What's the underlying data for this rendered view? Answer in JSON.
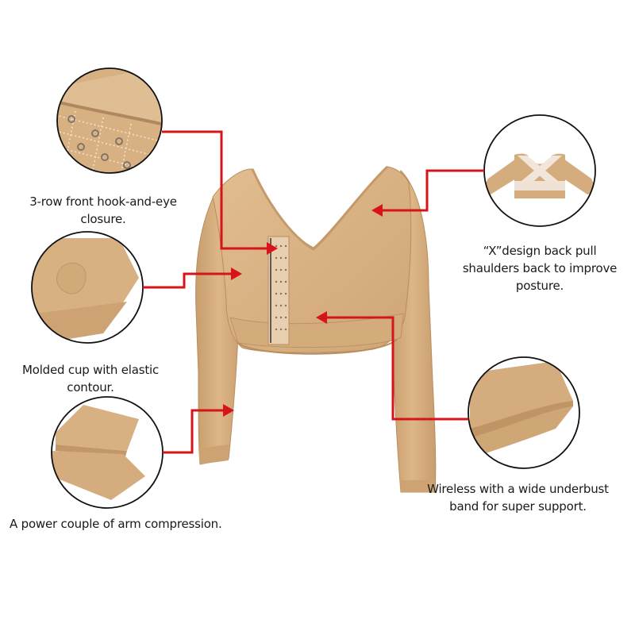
{
  "product": {
    "name": "Long-sleeve posture corrector compression top",
    "color": "#D9B184"
  },
  "callouts": [
    {
      "id": "front-closure",
      "text": "3-row front hook-and-eye\nclosure.",
      "side": "left",
      "icon": "hook-and-eye-closure-detail"
    },
    {
      "id": "molded-cup",
      "text": "Molded cup with elastic\ncontour.",
      "side": "left",
      "icon": "molded-cup-detail"
    },
    {
      "id": "arm-compression",
      "text": "A power couple of arm compression.",
      "side": "left",
      "icon": "sleeve-cuff-detail"
    },
    {
      "id": "x-back",
      "text": "“X”design back  pull\nshaulders back to improve\nposture.",
      "side": "right",
      "icon": "x-back-design-detail"
    },
    {
      "id": "underbust-band",
      "text": "Wireless with a wide underbust\nband for super support.",
      "side": "right",
      "icon": "underbust-band-detail"
    }
  ],
  "colors": {
    "background": "#FFFFFF",
    "fabric": "#D9B184",
    "fabric_shadow": "#C49A6C",
    "fabric_light": "#E6C399",
    "arrow": "#D7141A",
    "circle_border": "#111111",
    "text": "#1A1A1A"
  }
}
